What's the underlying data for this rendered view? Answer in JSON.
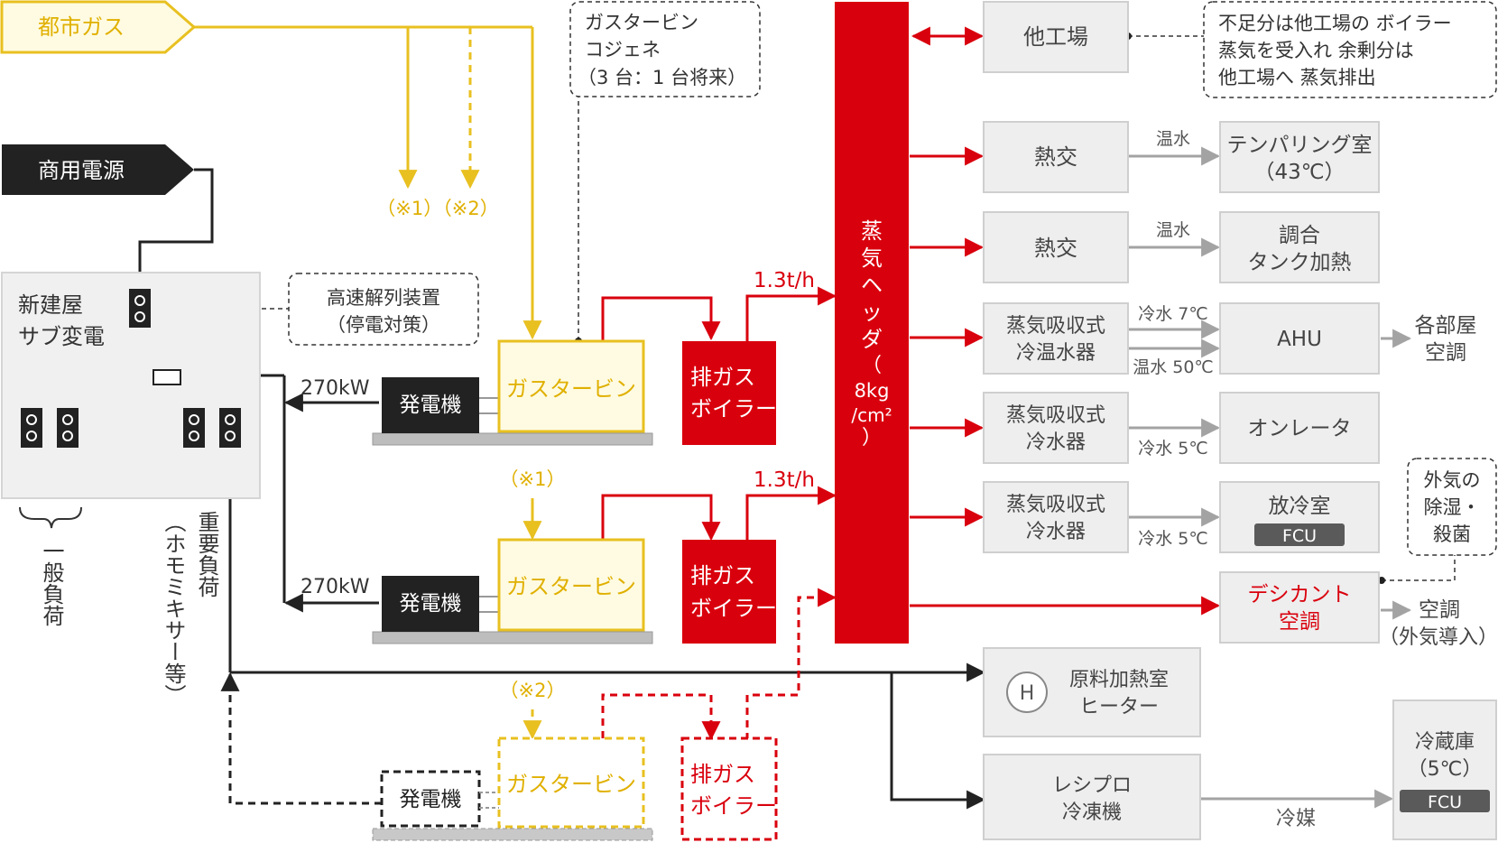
{
  "colors": {
    "gas": "#e8c020",
    "steam": "#d9000d",
    "power": "#222222",
    "water": "#a3a3a3",
    "box_fill": "#eeeeee",
    "box_stroke": "#cfcfcf",
    "gas_box_fill": "#fffbe2"
  },
  "inputs": {
    "city_gas": "都市ガス",
    "commercial_power": "商用電源"
  },
  "notes": {
    "cogeneration": [
      "ガスタービン",
      "コジェネ",
      "（3 台：1 台将来）"
    ],
    "fast_disconnect": [
      "高速解列装置",
      "（停電対策）"
    ],
    "other_factory": [
      "不足分は他工場の ボイラー",
      "蒸気を受入れ 余剰分は",
      "他工場へ 蒸気排出"
    ],
    "outdoor_air": [
      "外気の",
      "除湿・",
      "殺菌"
    ]
  },
  "markers": {
    "m1": "（※1）",
    "m2": "（※2）",
    "m1m2": "（※1）（※2）"
  },
  "substation": {
    "label": [
      "新建屋",
      "サブ変電"
    ],
    "general_load": "一般負荷",
    "important_load": "重要負荷",
    "important_load_note": "（ホモミキサー等）"
  },
  "generation": {
    "output": "270kW",
    "generator": "発電機",
    "gas_turbine": "ガスタービン",
    "exhaust_boiler": [
      "排ガス",
      "ボイラー"
    ],
    "steam_flow": "1.3t/h"
  },
  "steam_header": {
    "label": [
      "蒸",
      "気",
      "ヘ",
      "ッ",
      "ダ",
      "（",
      "8kg",
      "/cm²",
      "）"
    ]
  },
  "equipment": {
    "other_factory": "他工場",
    "heat_exchanger": "熱交",
    "absorption_chiller_heater": [
      "蒸気吸収式",
      "冷温水器"
    ],
    "absorption_chiller": [
      "蒸気吸収式",
      "冷水器"
    ],
    "desiccant": [
      "デシカント",
      "空調"
    ],
    "heater_room": [
      "原料加熱室",
      "ヒーター"
    ],
    "heater_symbol": "H",
    "reciprocating": [
      "レシプロ",
      "冷凍機"
    ]
  },
  "consumers": {
    "tempering": [
      "テンパリング室",
      "（43℃）"
    ],
    "tank_heating": [
      "調合",
      "タンク加熱"
    ],
    "ahu": "AHU",
    "onrator": "オンレータ",
    "cooling_room": "放冷室",
    "fcu": "FCU",
    "cold_storage": [
      "冷蔵庫",
      "（5℃）"
    ]
  },
  "flow_labels": {
    "hot_water": "温水",
    "cold_7": "冷水 7℃",
    "hot_50": "温水 50℃",
    "cold_5": "冷水 5℃",
    "refrigerant": "冷媒"
  },
  "outputs": {
    "room_ac": [
      "各部屋",
      "空調"
    ],
    "ac": "空調",
    "ac_note": "（外気導入）"
  }
}
